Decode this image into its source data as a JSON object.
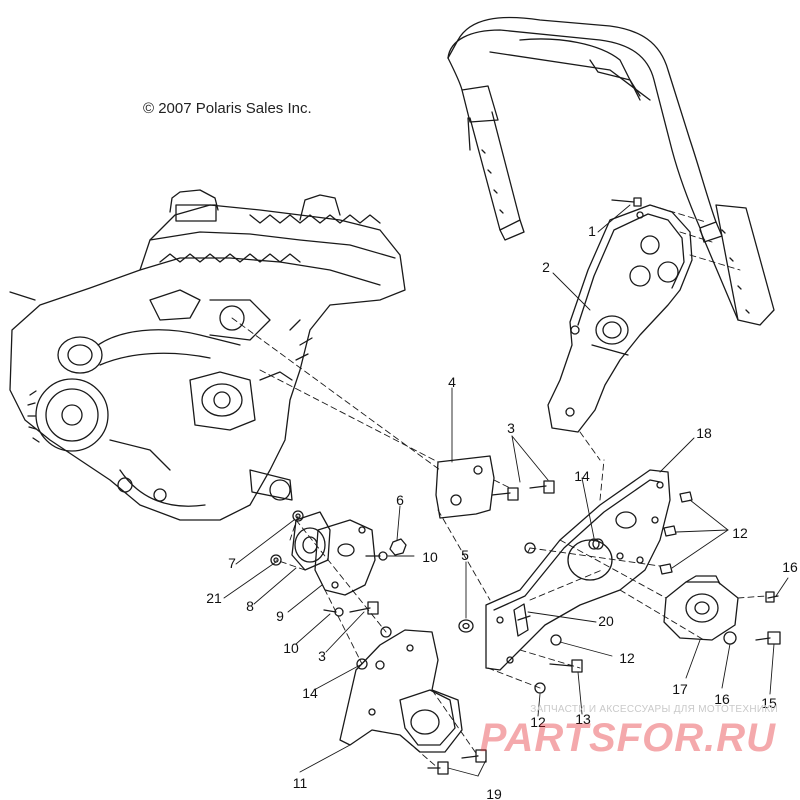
{
  "copyright": "© 2007 Polaris Sales Inc.",
  "watermark": {
    "tagline": "ЗАПЧАСТИ И АКСЕССУАРЫ ДЛЯ МОТОТЕХНИКИ",
    "brand": "PARTSFOR.RU",
    "color": "#e21e26"
  },
  "callouts": {
    "c1": "1",
    "c2": "2",
    "c3a": "3",
    "c3b": "3",
    "c4": "4",
    "c5": "5",
    "c6": "6",
    "c7": "7",
    "c8": "8",
    "c9": "9",
    "c10a": "10",
    "c10b": "10",
    "c11": "11",
    "c12a": "12",
    "c12b": "12",
    "c12c": "12",
    "c13": "13",
    "c14a": "14",
    "c14b": "14",
    "c15": "15",
    "c16a": "16",
    "c16b": "16",
    "c17": "17",
    "c18": "18",
    "c19": "19",
    "c20": "20",
    "c21": "21"
  },
  "line_color": "#1a1a1a"
}
